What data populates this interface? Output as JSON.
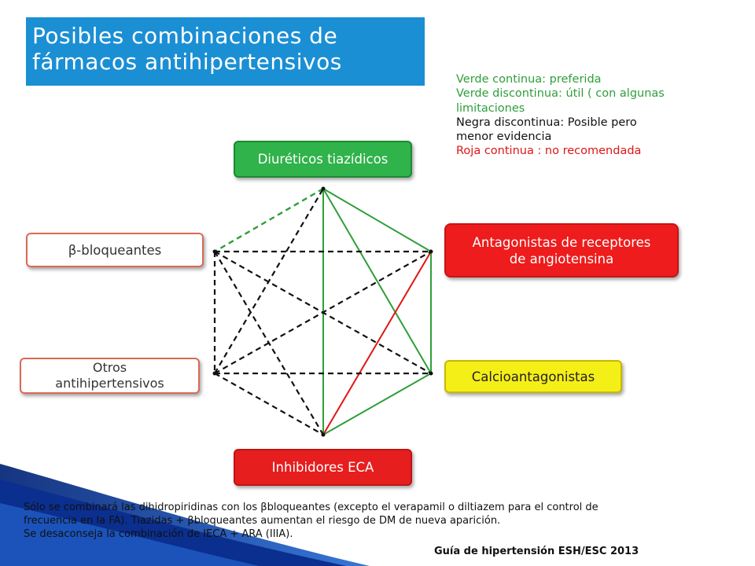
{
  "title": {
    "line1": "Posibles combinaciones de",
    "line2": "fármacos antihipertensivos"
  },
  "legend": {
    "line1": "Verde continua: preferida",
    "line2a": "Verde discontinua: útil ( con algunas",
    "line2b": "limitaciones",
    "line3a": "Negra discontinua: Posible pero",
    "line3b": "menor evidencia",
    "line4": "Roja continua : no recomendada"
  },
  "nodes": {
    "diureticos": "Diuréticos tiazídicos",
    "ara_line1": "Antagonistas de receptores",
    "ara_line2": "de angiotensina",
    "calcio": "Calcioantagonistas",
    "ieca": "Inhibidores ECA",
    "beta": "β-bloqueantes",
    "otros_line1": "Otros",
    "otros_line2": "antihipertensivos"
  },
  "footnote": {
    "line1": "Sólo se combinará las dihidropiridinas con los βbloqueantes (excepto el verapamil o diltiazem para el control de",
    "line2": "frecuencia en la FA). Tiazidas + βbloqueantes aumentan el riesgo de DM de nueva aparición.",
    "line3": "Se desaconseja la combinación de IECA + ARA (IIIA)."
  },
  "source": "Guía de hipertensión ESH/ESC 2013",
  "colors": {
    "title_bg": "#1b8fd4",
    "preferred": "#2f9e3a",
    "possible": "#111111",
    "not_recommended": "#e01515",
    "diureticos_node": "#2fb34a",
    "ara_node": "#ee1c1c",
    "calcio_node": "#f5ef18",
    "ieca_node": "#e61e1e"
  },
  "edges": [
    {
      "from": "diureticos",
      "to": "ara",
      "style": "green-solid"
    },
    {
      "from": "diureticos",
      "to": "calcio",
      "style": "green-solid"
    },
    {
      "from": "diureticos",
      "to": "ieca",
      "style": "green-solid"
    },
    {
      "from": "ara",
      "to": "calcio",
      "style": "green-solid"
    },
    {
      "from": "calcio",
      "to": "ieca",
      "style": "green-solid"
    },
    {
      "from": "diureticos",
      "to": "beta",
      "style": "green-dashed"
    },
    {
      "from": "ara",
      "to": "ieca",
      "style": "red-solid"
    },
    {
      "from": "beta",
      "to": "ara",
      "style": "black-dashed"
    },
    {
      "from": "beta",
      "to": "calcio",
      "style": "black-dashed"
    },
    {
      "from": "beta",
      "to": "ieca",
      "style": "black-dashed"
    },
    {
      "from": "beta",
      "to": "otros",
      "style": "black-dashed"
    },
    {
      "from": "otros",
      "to": "diureticos",
      "style": "black-dashed"
    },
    {
      "from": "otros",
      "to": "ara",
      "style": "black-dashed"
    },
    {
      "from": "otros",
      "to": "calcio",
      "style": "black-dashed"
    },
    {
      "from": "otros",
      "to": "ieca",
      "style": "black-dashed"
    }
  ]
}
